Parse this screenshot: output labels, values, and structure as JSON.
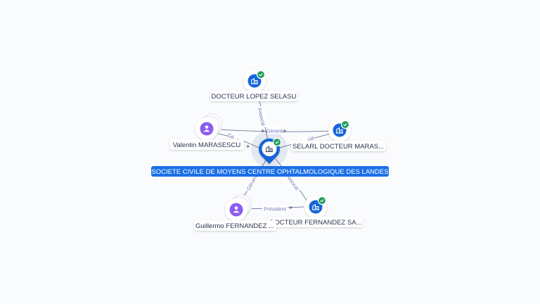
{
  "colors": {
    "company": "#1565d8",
    "person": "#8a5cf0",
    "check": "#1e9e58",
    "edge": "#5a6584",
    "edge_label": "#7077b8",
    "central_label_bg": "#1a6fe6"
  },
  "central": {
    "label": "SOCIETE CIVILE DE MOYENS CENTRE OPHTALMOLOGIQUE DES LANDES",
    "icon": "building-icon",
    "verified_icon": "check-icon"
  },
  "nodes": [
    {
      "id": "lopez",
      "kind": "company",
      "label": "DOCTEUR LOPEZ SELASU",
      "icon": "building-icon",
      "verified": true
    },
    {
      "id": "marasescu_co",
      "kind": "company",
      "label": "SELARL DOCTEUR MARAS...",
      "icon": "building-icon",
      "verified": true
    },
    {
      "id": "fernandez_co",
      "kind": "company",
      "label": "DOCTEUR FERNANDEZ SA...",
      "icon": "building-icon",
      "verified": true
    },
    {
      "id": "valentin",
      "kind": "person",
      "label": "Valentin MARASESCU",
      "icon": "person-icon",
      "verified": false
    },
    {
      "id": "guillermo",
      "kind": "person",
      "label": "Guillermo FERNANDEZ ...",
      "icon": "person-icon",
      "verified": false
    }
  ],
  "edges": [
    {
      "from": "lopez",
      "to": "central",
      "label": "Associé"
    },
    {
      "from": "valentin",
      "to": "marasescu_co",
      "label": "Gérant"
    },
    {
      "from": "valentin",
      "to": "central",
      "label": "Gé..."
    },
    {
      "from": "marasescu_co",
      "to": "central",
      "label": "...cié"
    },
    {
      "from": "guillermo",
      "to": "central",
      "label": "Gérant"
    },
    {
      "from": "fernandez_co",
      "to": "central",
      "label": "Associé"
    },
    {
      "from": "guillermo",
      "to": "fernandez_co",
      "label": "Président"
    }
  ]
}
